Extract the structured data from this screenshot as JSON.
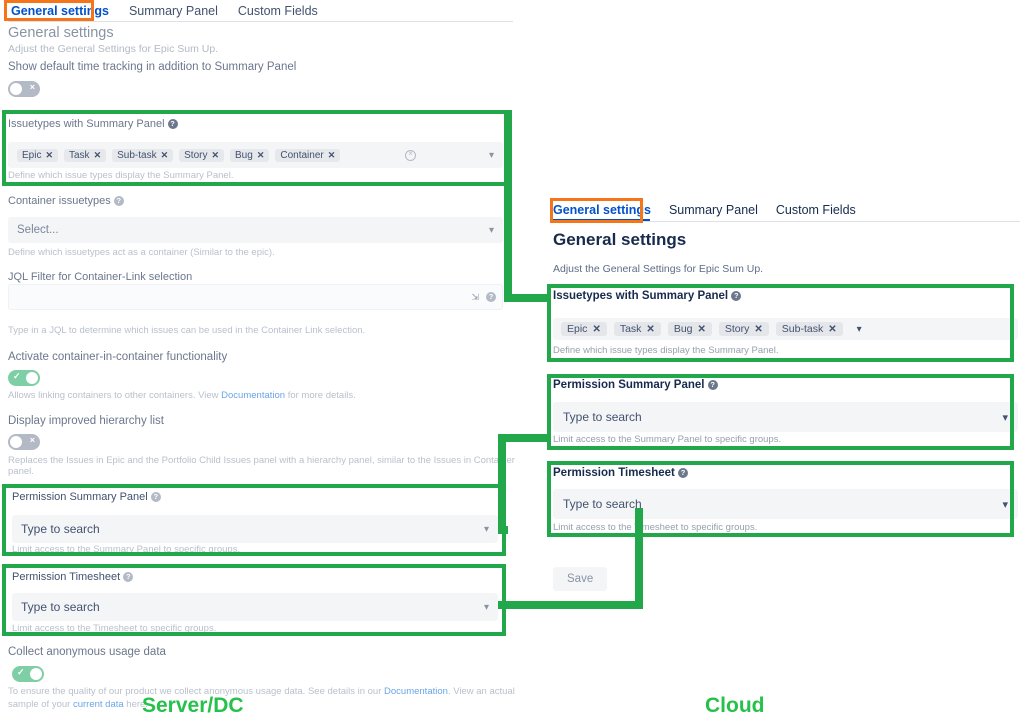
{
  "server": {
    "tabs": [
      {
        "label": "General settings",
        "active": true
      },
      {
        "label": "Summary Panel",
        "active": false
      },
      {
        "label": "Custom Fields",
        "active": false
      }
    ],
    "section_title": "General settings",
    "section_subtitle": "Adjust the General Settings for Epic Sum Up.",
    "time_tracking": {
      "label": "Show default time tracking in addition to Summary Panel",
      "state": "off"
    },
    "issuetypes": {
      "label": "Issuetypes with Summary Panel",
      "chips": [
        "Epic",
        "Task",
        "Sub-task",
        "Story",
        "Bug",
        "Container"
      ],
      "help": "Define which issue types display the Summary Panel."
    },
    "container_issuetypes": {
      "label": "Container issuetypes",
      "placeholder": "Select...",
      "help": "Define which issuetypes act as a container (Similar to the epic)."
    },
    "jql_filter": {
      "label": "JQL Filter for Container-Link selection",
      "value": "",
      "help": "Type in a JQL to determine which issues can be used in the Container Link selection."
    },
    "container_in_container": {
      "label": "Activate container-in-container functionality",
      "state": "on",
      "help_pre": "Allows linking containers to other containers. View ",
      "help_link": "Documentation",
      "help_post": " for more details."
    },
    "hierarchy_list": {
      "label": "Display improved hierarchy list",
      "state": "off",
      "help": "Replaces the Issues in Epic and the Portfolio Child Issues panel with a hierarchy panel, similar to the Issues in Container panel."
    },
    "permission_summary": {
      "label": "Permission Summary Panel",
      "placeholder": "Type to search",
      "help": "Limit access to the Summary Panel to specific groups."
    },
    "permission_timesheet": {
      "label": "Permission Timesheet",
      "placeholder": "Type to search",
      "help": "Limit access to the Timesheet to specific groups."
    },
    "usage_data": {
      "label": "Collect anonymous usage data",
      "state": "on",
      "help_1": "To ensure the quality of our product we collect anonymous usage data. See details in our ",
      "help_link_1": "Documentation",
      "help_2": ". View an actual sample of your ",
      "help_link_2": "current data",
      "help_3": " here."
    },
    "caption": "Server/DC"
  },
  "cloud": {
    "tabs": [
      {
        "label": "General settings",
        "active": true
      },
      {
        "label": "Summary Panel",
        "active": false
      },
      {
        "label": "Custom Fields",
        "active": false
      }
    ],
    "section_title": "General settings",
    "section_subtitle": "Adjust the General Settings for Epic Sum Up.",
    "issuetypes": {
      "label": "Issuetypes with Summary Panel",
      "chips": [
        "Epic",
        "Task",
        "Bug",
        "Story",
        "Sub-task"
      ],
      "help": "Define which issue types display the Summary Panel."
    },
    "permission_summary": {
      "label": "Permission Summary Panel",
      "placeholder": "Type to search",
      "help": "Limit access to the Summary Panel to specific groups."
    },
    "permission_timesheet": {
      "label": "Permission Timesheet",
      "placeholder": "Type to search",
      "help": "Limit access to the Timesheet to specific groups."
    },
    "save_label": "Save",
    "caption": "Cloud"
  },
  "colors": {
    "highlight_green": "#22a84a",
    "highlight_orange": "#f5761a",
    "caption_green": "#26c14b",
    "link_blue": "#0052cc"
  }
}
